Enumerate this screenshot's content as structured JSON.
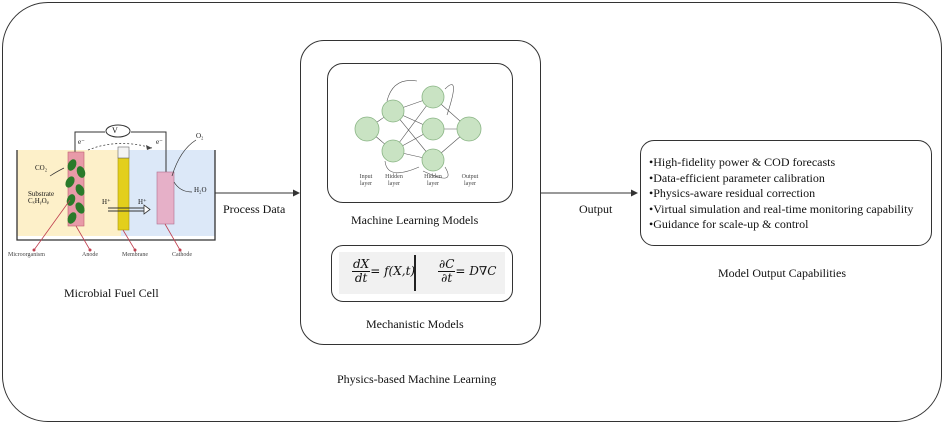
{
  "mfc": {
    "title": "Microbial Fuel Cell",
    "voltmeter": "V",
    "electron_left": "e⁻",
    "electron_right": "e⁻",
    "oxygen": "O₂",
    "co2": "CO₂",
    "substrate_line1": "Substrate",
    "substrate_line2": "CₓHᵧOᵩ",
    "proton_left": "H⁺",
    "proton_right": "H⁺",
    "water": "H₂O",
    "labels": {
      "microorganism": "Microorganism",
      "anode": "Anode",
      "membrane": "Membrane",
      "cathode": "Cathode"
    }
  },
  "arrows": {
    "process_data": "Process Data",
    "output": "Output"
  },
  "pbml": {
    "title": "Physics-based Machine Learning",
    "ml_title": "Machine Learning Models",
    "nn_labels": {
      "input": "Input layer",
      "hidden1": "Hidden layer",
      "hidden2": "Hidden layer",
      "output": "Output layer"
    },
    "mech_title": "Mechanistic Models",
    "eq1_num": "dX",
    "eq1_den": "dt",
    "eq1_rhs": "= f(X,t)",
    "eq2_num": "∂C",
    "eq2_den": "∂t",
    "eq2_rhs": "= D∇C"
  },
  "capabilities": {
    "title": "Model Output Capabilities",
    "items": [
      "High-fidelity power & COD forecasts",
      "Data-efficient parameter calibration",
      "Physics-aware residual correction",
      "Virtual simulation and real-time monitoring capability",
      "Guidance for scale-up & control"
    ]
  },
  "colors": {
    "anode_chamber": "#fdf0c9",
    "cathode_chamber": "#dce8f8",
    "membrane": "#e3cf1c",
    "cathode": "#e6b0c8",
    "bacteria": "#2a7a2a",
    "anode": "#e89aa8"
  }
}
